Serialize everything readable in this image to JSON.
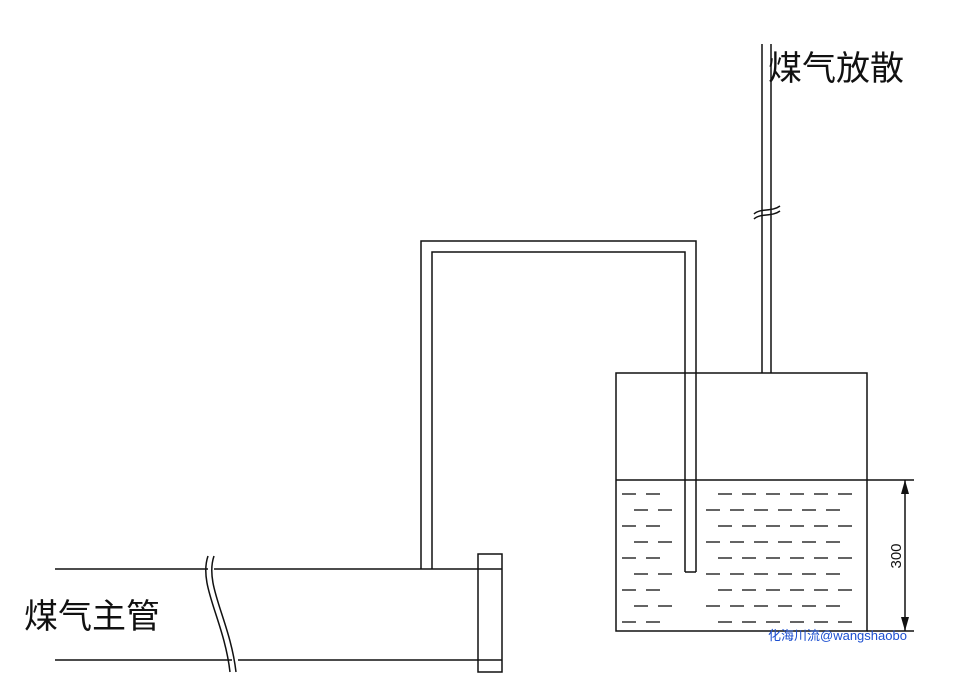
{
  "labels": {
    "gas_vent": "煤气放散",
    "gas_main": "煤气主管",
    "dimension": "300",
    "watermark": "化海川流@wangshaobo"
  },
  "colors": {
    "line": "#111111",
    "watermark": "#1c4fd0",
    "background": "#ffffff"
  }
}
